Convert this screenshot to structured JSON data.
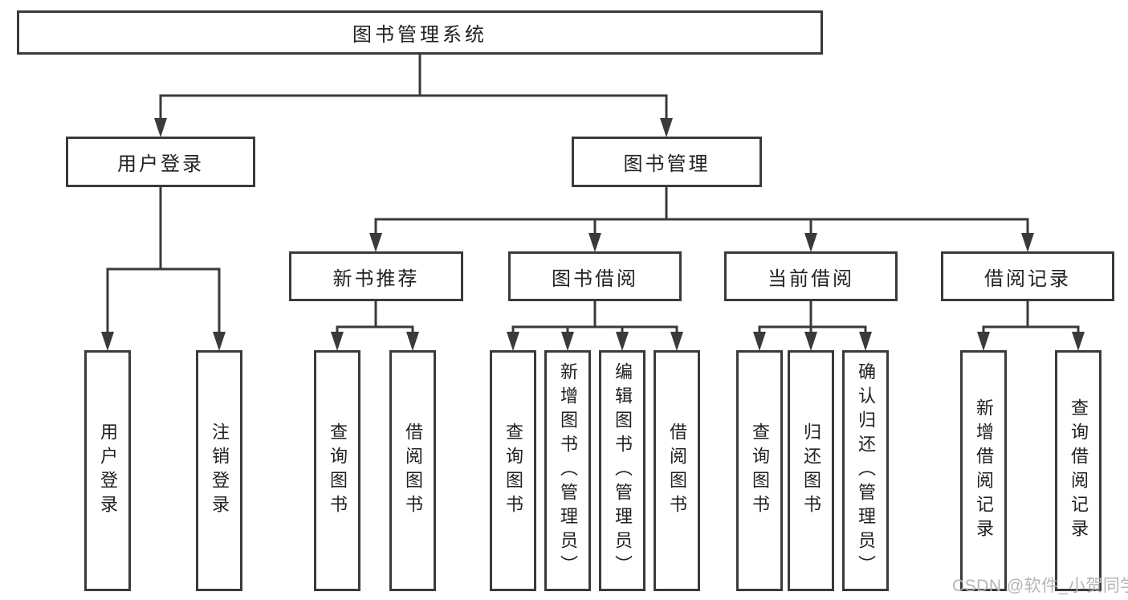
{
  "diagram": {
    "root": {
      "label": "图书管理系统"
    },
    "level1": [
      {
        "label": "用户登录",
        "children": [
          {
            "label": "用户登录"
          },
          {
            "label": "注销登录"
          }
        ]
      },
      {
        "label": "图书管理",
        "groups": [
          {
            "label": "新书推荐",
            "children": [
              {
                "label": "查询图书"
              },
              {
                "label": "借阅图书"
              }
            ]
          },
          {
            "label": "图书借阅",
            "children": [
              {
                "label": "查询图书"
              },
              {
                "label": "新增图书（管理员）"
              },
              {
                "label": "编辑图书（管理员）"
              },
              {
                "label": "借阅图书"
              }
            ]
          },
          {
            "label": "当前借阅",
            "children": [
              {
                "label": "查询图书"
              },
              {
                "label": "归还图书"
              },
              {
                "label": "确认归还（管理员）"
              }
            ]
          },
          {
            "label": "借阅记录",
            "children": [
              {
                "label": "新增借阅记录"
              },
              {
                "label": "查询借阅记录"
              }
            ]
          }
        ]
      }
    ]
  },
  "watermark": {
    "text": "CSDN @软件_小贺同学"
  },
  "colors": {
    "line": "#3a3a3a",
    "text": "#212121",
    "watermark": "#b5b5b5",
    "background": "#ffffff"
  }
}
